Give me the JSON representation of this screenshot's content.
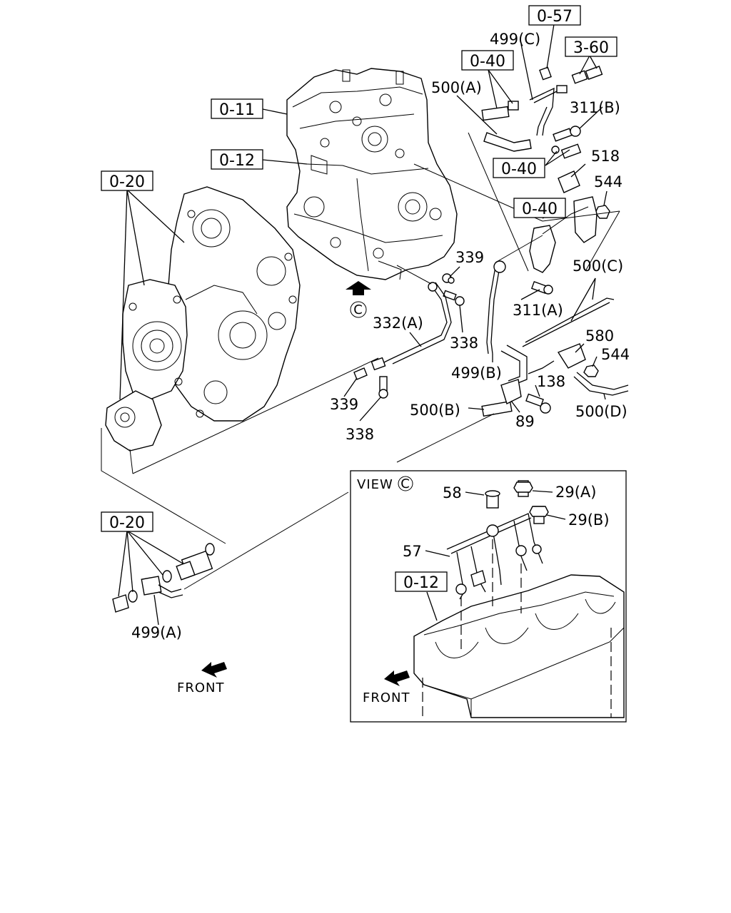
{
  "ref_boxes": [
    {
      "id": "r057",
      "text": "0-57"
    },
    {
      "id": "r360",
      "text": "3-60"
    },
    {
      "id": "r040a",
      "text": "0-40"
    },
    {
      "id": "r011",
      "text": "0-11"
    },
    {
      "id": "r012",
      "text": "0-12"
    },
    {
      "id": "r040b",
      "text": "0-40"
    },
    {
      "id": "r040c",
      "text": "0-40"
    },
    {
      "id": "r020a",
      "text": "0-20"
    },
    {
      "id": "r020b",
      "text": "0-20"
    },
    {
      "id": "r012v",
      "text": "0-12"
    }
  ],
  "part_labels": [
    {
      "id": "p499c",
      "text": "499(C)"
    },
    {
      "id": "p500a",
      "text": "500(A)"
    },
    {
      "id": "p311b",
      "text": "311(B)"
    },
    {
      "id": "p518",
      "text": "518"
    },
    {
      "id": "p544a",
      "text": "544"
    },
    {
      "id": "p500c",
      "text": "500(C)"
    },
    {
      "id": "p339a",
      "text": "339"
    },
    {
      "id": "p311a",
      "text": "311(A)"
    },
    {
      "id": "p332a",
      "text": "332(A)"
    },
    {
      "id": "p338a",
      "text": "338"
    },
    {
      "id": "p580",
      "text": "580"
    },
    {
      "id": "p544b",
      "text": "544"
    },
    {
      "id": "p499b",
      "text": "499(B)"
    },
    {
      "id": "p138",
      "text": "138"
    },
    {
      "id": "p339b",
      "text": "339"
    },
    {
      "id": "p500b",
      "text": "500(B)"
    },
    {
      "id": "p500d",
      "text": "500(D)"
    },
    {
      "id": "p89",
      "text": "89"
    },
    {
      "id": "p338b",
      "text": "338"
    },
    {
      "id": "p499a",
      "text": "499(A)"
    },
    {
      "id": "p58",
      "text": "58"
    },
    {
      "id": "p29a",
      "text": "29(A)"
    },
    {
      "id": "p29b",
      "text": "29(B)"
    },
    {
      "id": "p57",
      "text": "57"
    }
  ],
  "view_marker": "C",
  "view_title": "VIEW",
  "front_labels": [
    "FRONT",
    "FRONT"
  ]
}
